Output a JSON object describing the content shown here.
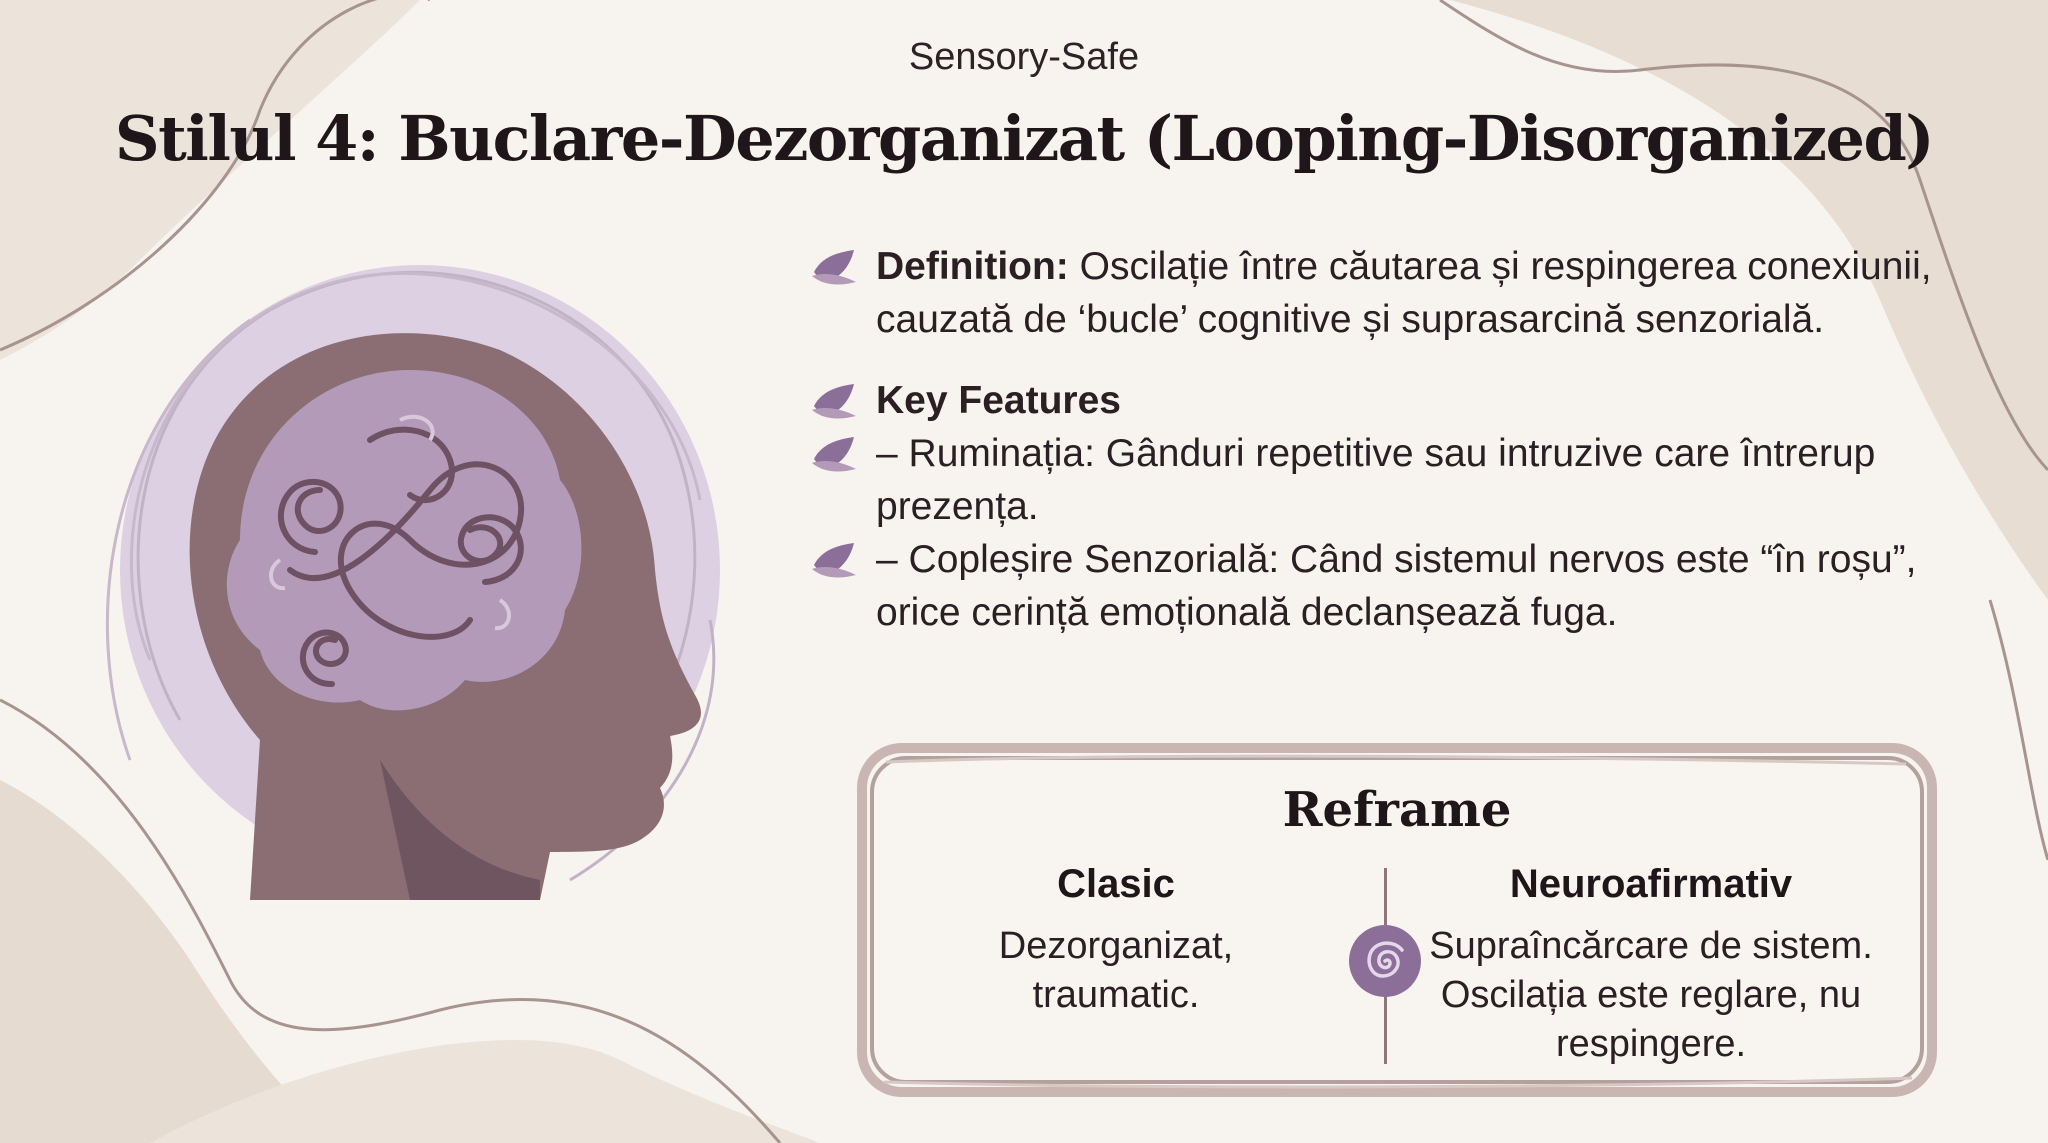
{
  "header": {
    "eyebrow": "Sensory-Safe",
    "title": "Stilul 4: Buclare-Dezorganizat (Looping-Disorganized)"
  },
  "illustration": {
    "icon": "head-profile-brain-spirals",
    "head_color": "#8b6e74",
    "brain_color": "#b49ab9",
    "halo_color": "#ddd0e2"
  },
  "definition": {
    "label": "Definition:",
    "text": " Oscilație între căutarea și respingerea conexiunii, cauzată de ‘bucle’ cognitive și suprasarcină senzorială."
  },
  "key_features": {
    "heading": "Key Features",
    "items": [
      "– Ruminația: Gânduri repetitive sau intruzive care întrerup prezența.",
      "– Copleșire Senzorială: Când sistemul nervos este “în roșu”, orice cerință emoțională declanșează fuga."
    ]
  },
  "reframe": {
    "title": "Reframe",
    "classic": {
      "heading": "Clasic",
      "text": "Dezorganizat, traumatic."
    },
    "neuro": {
      "heading": "Neuroafirmativ",
      "text": "Supraîncărcare de sistem. Oscilația este reglare, nu respingere."
    },
    "divider_icon": "spiral-icon"
  },
  "colors": {
    "background": "#f7f3ee",
    "blob": "#e9e0d6",
    "line": "#9c8a88",
    "accent_purple": "#8c6f99",
    "frame": "#b9a39f"
  }
}
